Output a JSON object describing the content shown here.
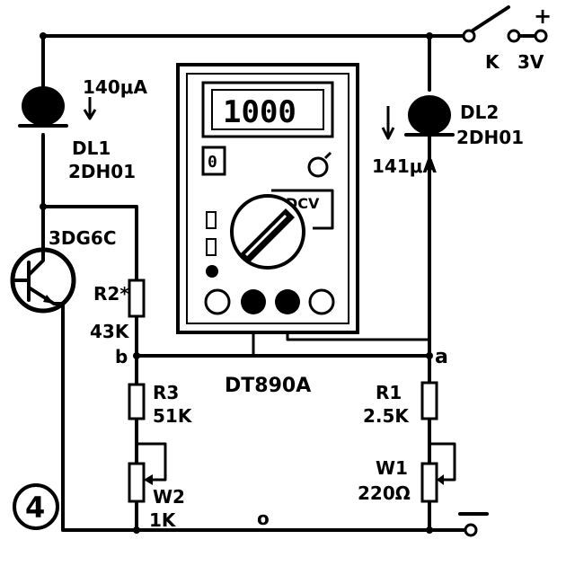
{
  "figure_number": "4",
  "switch": {
    "label": "K",
    "plus_symbol": "+"
  },
  "supply": {
    "voltage": "3V",
    "minus_symbol": "−"
  },
  "led1": {
    "name": "DL1",
    "part": "2DH01",
    "current": "140μA"
  },
  "led2": {
    "name": "DL2",
    "part": "2DH01",
    "current": "141μA"
  },
  "transistor": {
    "part": "3DG6C"
  },
  "r2": {
    "name": "R2*",
    "value": "43K"
  },
  "r3": {
    "name": "R3",
    "value": "51K"
  },
  "w2": {
    "name": "W2",
    "value": "1K"
  },
  "r1": {
    "name": "R1",
    "value": "2.5K"
  },
  "w1": {
    "name": "W1",
    "value": "220Ω"
  },
  "nodes": {
    "a": "a",
    "b": "b",
    "o": "o"
  },
  "meter": {
    "model": "DT890A",
    "display": "1000",
    "mode": "DCV",
    "hold_key": "0"
  }
}
